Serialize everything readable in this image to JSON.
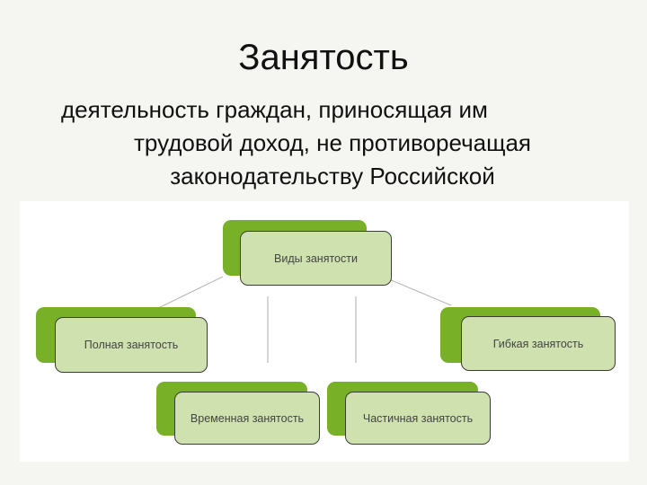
{
  "slide": {
    "title": "Занятость",
    "definition_lines": [
      "деятельность граждан, приносящая им",
      "трудовой доход, не противоречащая",
      "законодательству Российской"
    ]
  },
  "diagram": {
    "root": "Виды занятости",
    "children": [
      "Полная занятость",
      "Гибкая занятость",
      "Временная занятость",
      "Частичная занятость"
    ]
  },
  "colors": {
    "accent_green": "#78b027",
    "light_green": "#cfe1ae",
    "outline": "#3b3b3b",
    "connector": "#b9b9b9"
  }
}
